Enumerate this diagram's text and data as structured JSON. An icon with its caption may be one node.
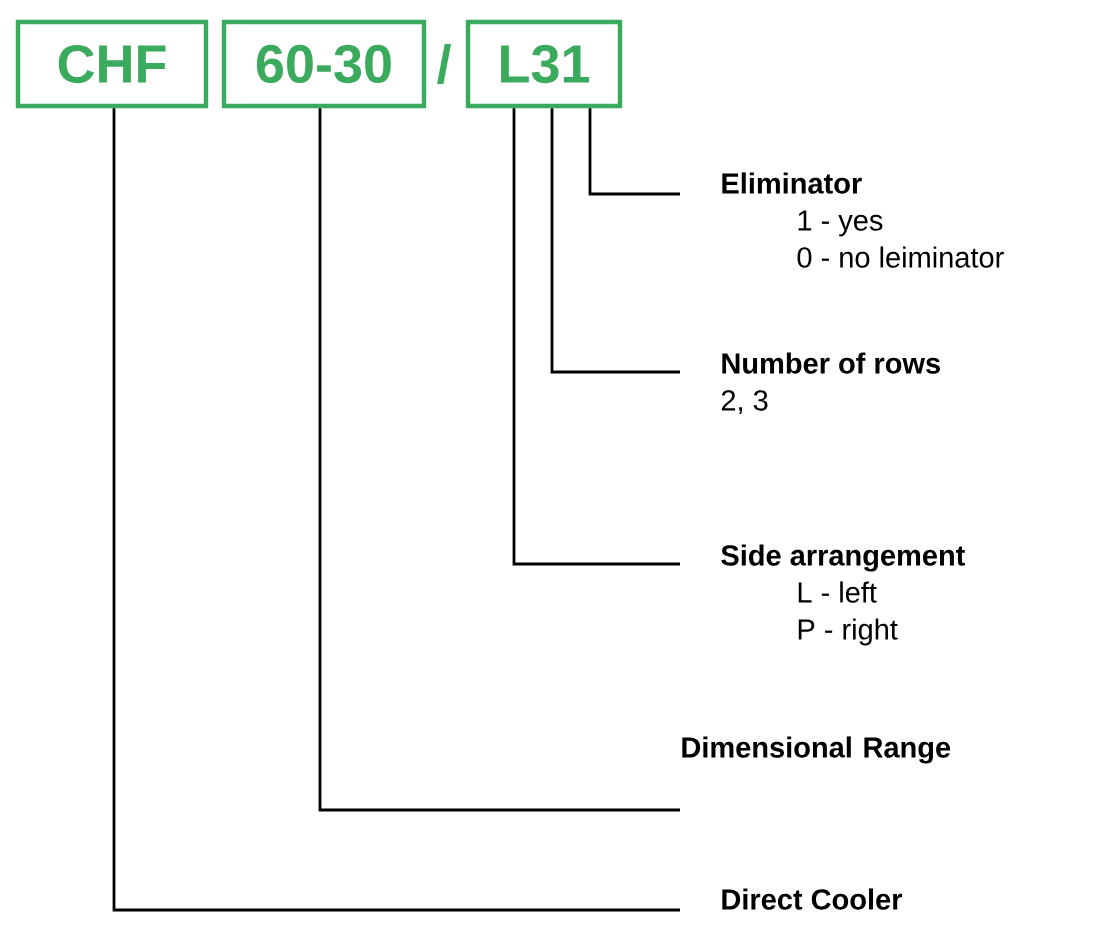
{
  "diagram": {
    "nodes": [
      {
        "text": [
          "CHF"
        ]
      },
      {
        "text": [
          "60-30"
        ]
      },
      {
        "text": [
          "L31"
        ]
      },
      {
        "text": [
          "Eliminator",
          "1 - yes",
          "0 - no leiminator"
        ]
      },
      {
        "text": [
          "Number of rows",
          "2, 3"
        ]
      },
      {
        "text": [
          "Side arrangement",
          "L - left",
          "P - right"
        ]
      },
      {
        "text": [
          "Dimensional Range"
        ]
      },
      {
        "text": [
          "Direct Cooler"
        ]
      }
    ],
    "edges": [
      {
        "from": 2,
        "to": 3,
        "arrow": "none"
      },
      {
        "from": 2,
        "to": 4,
        "arrow": "none"
      },
      {
        "from": 2,
        "to": 5,
        "arrow": "none"
      },
      {
        "from": 1,
        "to": 6,
        "arrow": "none"
      },
      {
        "from": 0,
        "to": 7,
        "arrow": "none"
      }
    ],
    "labels": [
      "/"
    ]
  }
}
